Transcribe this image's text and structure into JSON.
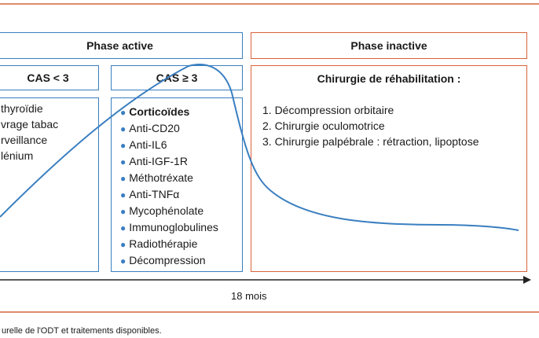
{
  "colors": {
    "blue": "#3a7fc0",
    "orange": "#d9623a",
    "border": "#e08a6a",
    "axis": "#222222"
  },
  "phases": {
    "active": {
      "title": "Phase active"
    },
    "inactive": {
      "title": "Phase inactive"
    }
  },
  "cas_low": {
    "title": "CAS < 3",
    "items": [
      "thyroïdie",
      "vrage tabac",
      "rveillance",
      "lénium"
    ]
  },
  "cas_high": {
    "title": "CAS ≥ 3",
    "items": [
      "Corticoïdes",
      "Anti-CD20",
      "Anti-IL6",
      "Anti-IGF-1R",
      "Méthotréxate",
      "Anti-TNFα",
      "Mycophénolate",
      "Immunoglobulines",
      "Radiothérapie",
      "Décompression"
    ]
  },
  "rehab": {
    "title": "Chirurgie de réhabilitation :",
    "items": [
      "1. Décompression orbitaire",
      "2. Chirurgie oculomotrice",
      "3. Chirurgie palpébrale : rétraction, lipoptose"
    ]
  },
  "axis": {
    "label": "18 mois"
  },
  "caption": "urelle de l'ODT et traitements disponibles."
}
